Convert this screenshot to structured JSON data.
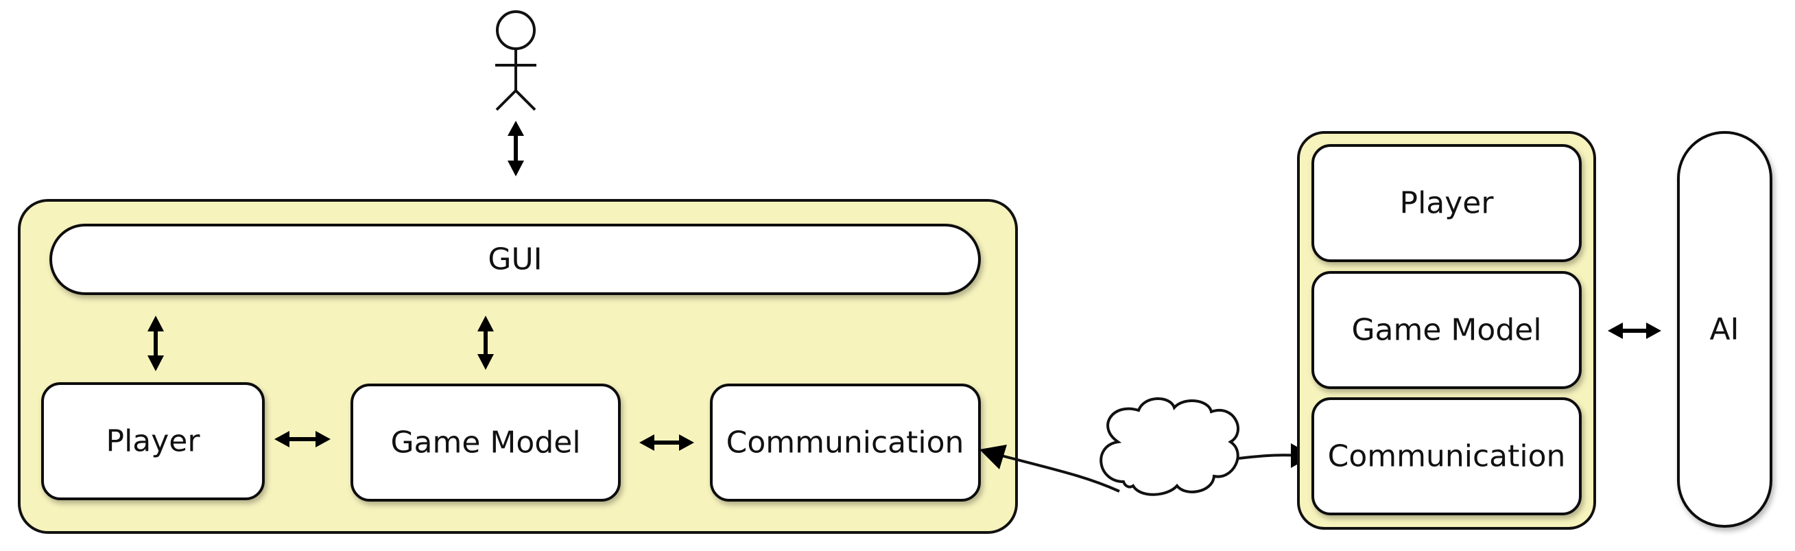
{
  "left_system": {
    "gui_label": "GUI",
    "player_label": "Player",
    "game_model_label": "Game Model",
    "communication_label": "Communication"
  },
  "right_system": {
    "player_label": "Player",
    "game_model_label": "Game Model",
    "communication_label": "Communication"
  },
  "ai_label": "AI",
  "icons": {
    "user": "stick-figure-icon",
    "network": "cloud-icon"
  },
  "colors": {
    "container_fill": "#f7f3bd",
    "box_fill": "#ffffff",
    "stroke": "#111111"
  }
}
